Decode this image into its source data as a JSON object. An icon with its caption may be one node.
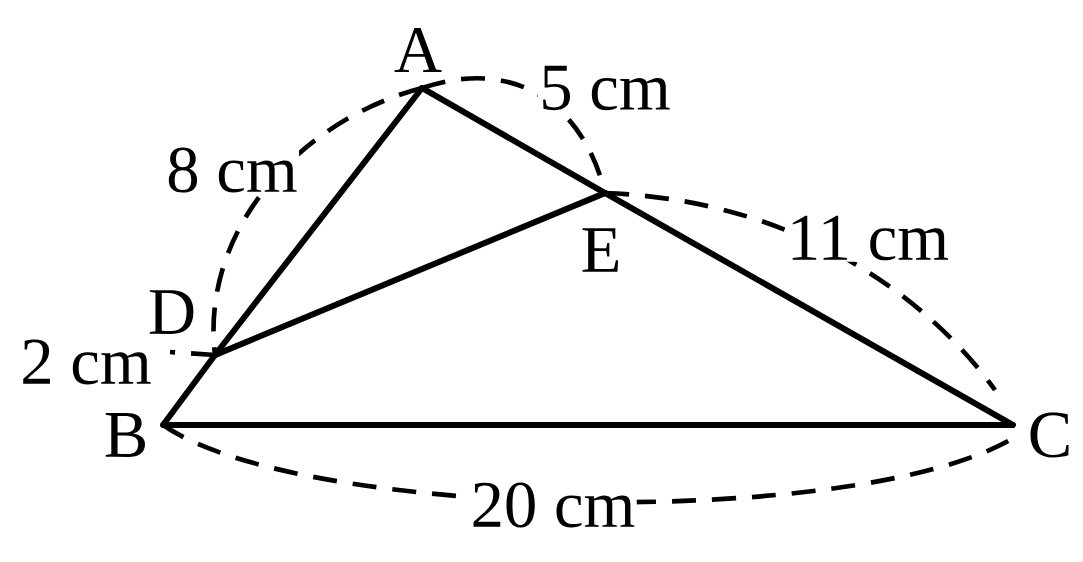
{
  "diagram": {
    "nodes": [
      {
        "text": [
          "A"
        ]
      },
      {
        "text": [
          "B"
        ]
      },
      {
        "text": [
          "C"
        ]
      },
      {
        "text": [
          "D"
        ]
      },
      {
        "text": [
          "E"
        ]
      }
    ],
    "edges": [
      {
        "from": 0,
        "to": 3,
        "arrow": "none"
      },
      {
        "from": 3,
        "to": 1,
        "arrow": "none"
      },
      {
        "from": 0,
        "to": 4,
        "arrow": "none"
      },
      {
        "from": 4,
        "to": 2,
        "arrow": "none"
      },
      {
        "from": 1,
        "to": 2,
        "arrow": "none"
      },
      {
        "from": 3,
        "to": 4,
        "arrow": "none"
      }
    ],
    "labels": [
      "5 cm",
      "8 cm",
      "11 cm",
      "2 cm",
      "20 cm"
    ]
  }
}
